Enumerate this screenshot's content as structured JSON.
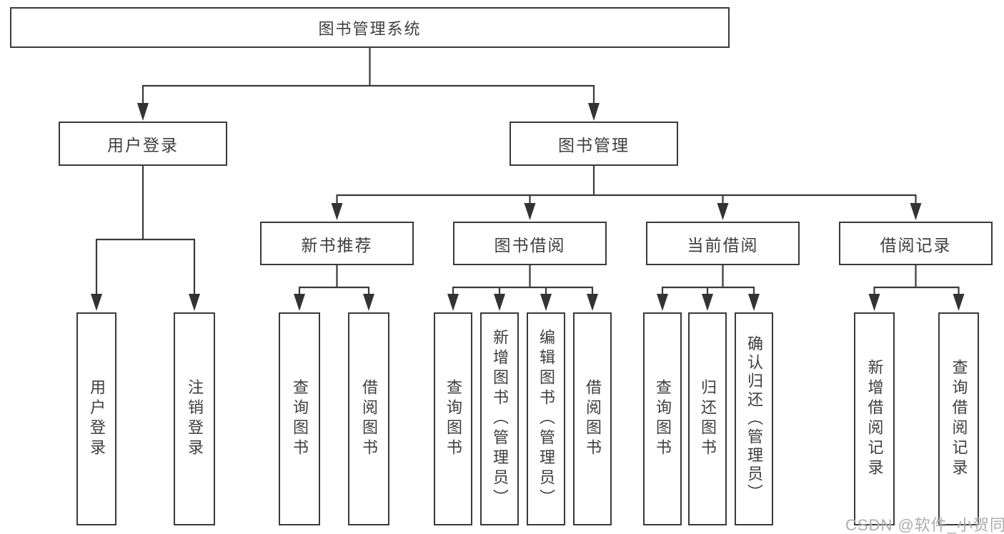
{
  "root": {
    "label": "图书管理系统"
  },
  "level2": [
    {
      "label": "用户登录"
    },
    {
      "label": "图书管理"
    }
  ],
  "level3": [
    {
      "label": "新书推荐"
    },
    {
      "label": "图书借阅"
    },
    {
      "label": "当前借阅"
    },
    {
      "label": "借阅记录"
    }
  ],
  "leaves": {
    "user": [
      {
        "label": "用户登录"
      },
      {
        "label": "注销登录"
      }
    ],
    "recommend": [
      {
        "label": "查询图书"
      },
      {
        "label": "借阅图书"
      }
    ],
    "borrow": [
      {
        "label": "查询图书"
      },
      {
        "label": "新增图书（管理员）"
      },
      {
        "label": "编辑图书（管理员）"
      },
      {
        "label": "借阅图书"
      }
    ],
    "current": [
      {
        "label": "查询图书"
      },
      {
        "label": "归还图书"
      },
      {
        "label": "确认归还（管理员）"
      }
    ],
    "records": [
      {
        "label": "新增借阅记录"
      },
      {
        "label": "查询借阅记录"
      }
    ]
  },
  "watermark": "CSDN @软件_小贺同学",
  "colors": {
    "line": "#3a3a3a",
    "box_border": "#3a3a3a",
    "box_fill": "#ffffff",
    "text": "#3e3e3e",
    "watermark": "#a2a2a2"
  }
}
